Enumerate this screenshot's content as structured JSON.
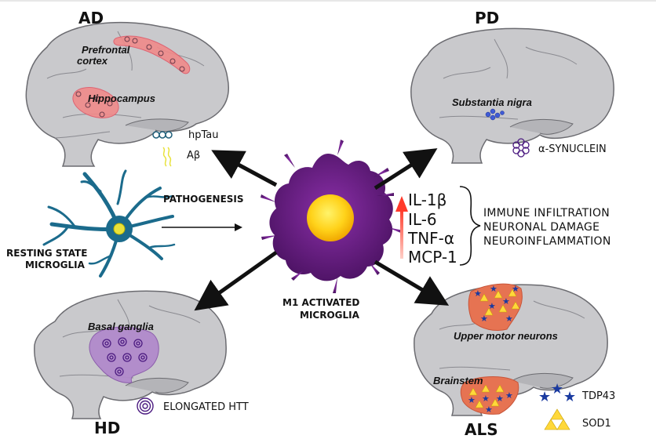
{
  "diseases": {
    "ad": "AD",
    "pd": "PD",
    "hd": "HD",
    "als": "ALS"
  },
  "regions": {
    "prefrontal_1": "Prefrontal",
    "prefrontal_2": "cortex",
    "hippocampus": "Hippocampus",
    "substantia_nigra": "Substantia nigra",
    "basal_ganglia": "Basal ganglia",
    "upper_motor_neurons": "Upper motor neurons",
    "brainstem": "Brainstem"
  },
  "legend": {
    "hptau": "hpTau",
    "abeta": "Aβ",
    "synuclein": "α-SYNUCLEIN",
    "htt": "ELONGATED HTT",
    "tdp43": "TDP43",
    "sod1": "SOD1"
  },
  "center": {
    "pathogenesis": "PATHOGENESIS",
    "resting_1": "RESTING STATE",
    "resting_2": "MICROGLIA",
    "m1_1": "M1 ACTIVATED",
    "m1_2": "MICROGLIA"
  },
  "cytokines": [
    "IL-1β",
    "IL-6",
    "TNF-α",
    "MCP-1"
  ],
  "effects": [
    "IMMUNE INFILTRATION",
    "NEURONAL DAMAGE",
    "NEUROINFLAMMATION"
  ],
  "colors": {
    "brain": "#c9c9cc",
    "brain_stroke": "#6b6b70",
    "microglia": "#5a1a73",
    "nucleus": "#f5c400",
    "resting": "#1b6b8c",
    "red_arrow": "#e52a2a",
    "basal": "#b18acb",
    "als_region": "#e67352"
  }
}
